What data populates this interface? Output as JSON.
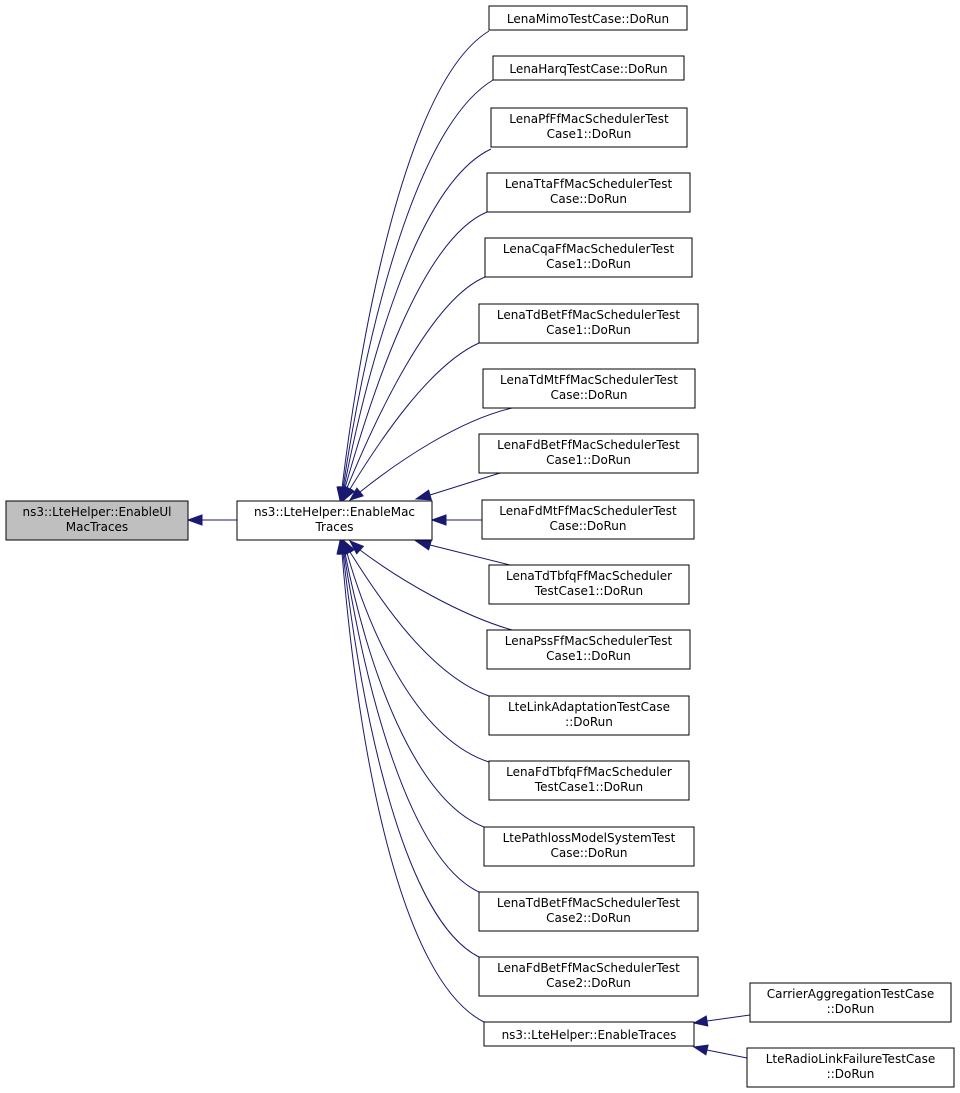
{
  "nodes": {
    "enable_ul_mac_traces": [
      "ns3::LteHelper::EnableUl",
      "MacTraces"
    ],
    "enable_mac_traces": [
      "ns3::LteHelper::EnableMac",
      "Traces"
    ],
    "lena_mimo": [
      "LenaMimoTestCase::DoRun"
    ],
    "lena_harq": [
      "LenaHarqTestCase::DoRun"
    ],
    "lena_pf": [
      "LenaPfFfMacSchedulerTest",
      "Case1::DoRun"
    ],
    "lena_tta": [
      "LenaTtaFfMacSchedulerTest",
      "Case::DoRun"
    ],
    "lena_cqa": [
      "LenaCqaFfMacSchedulerTest",
      "Case1::DoRun"
    ],
    "lena_tdbet1": [
      "LenaTdBetFfMacSchedulerTest",
      "Case1::DoRun"
    ],
    "lena_tdmt": [
      "LenaTdMtFfMacSchedulerTest",
      "Case::DoRun"
    ],
    "lena_fdbet1": [
      "LenaFdBetFfMacSchedulerTest",
      "Case1::DoRun"
    ],
    "lena_fdmt": [
      "LenaFdMtFfMacSchedulerTest",
      "Case::DoRun"
    ],
    "lena_tdtbfq": [
      "LenaTdTbfqFfMacScheduler",
      "TestCase1::DoRun"
    ],
    "lena_pss": [
      "LenaPssFfMacSchedulerTest",
      "Case1::DoRun"
    ],
    "lte_link_adaptation": [
      "LteLinkAdaptationTestCase",
      "::DoRun"
    ],
    "lena_fdtbfq": [
      "LenaFdTbfqFfMacScheduler",
      "TestCase1::DoRun"
    ],
    "lte_pathloss": [
      "LtePathlossModelSystemTest",
      "Case::DoRun"
    ],
    "lena_tdbet2": [
      "LenaTdBetFfMacSchedulerTest",
      "Case2::DoRun"
    ],
    "lena_fdbet2": [
      "LenaFdBetFfMacSchedulerTest",
      "Case2::DoRun"
    ],
    "enable_traces": [
      "ns3::LteHelper::EnableTraces"
    ],
    "carrier_aggregation": [
      "CarrierAggregationTestCase",
      "::DoRun"
    ],
    "radio_link_failure": [
      "LteRadioLinkFailureTestCase",
      "::DoRun"
    ]
  },
  "edges": [
    {
      "from": "enable_mac_traces",
      "to": "enable_ul_mac_traces"
    },
    {
      "from": "lena_mimo",
      "to": "enable_mac_traces"
    },
    {
      "from": "lena_harq",
      "to": "enable_mac_traces"
    },
    {
      "from": "lena_pf",
      "to": "enable_mac_traces"
    },
    {
      "from": "lena_tta",
      "to": "enable_mac_traces"
    },
    {
      "from": "lena_cqa",
      "to": "enable_mac_traces"
    },
    {
      "from": "lena_tdbet1",
      "to": "enable_mac_traces"
    },
    {
      "from": "lena_tdmt",
      "to": "enable_mac_traces"
    },
    {
      "from": "lena_fdbet1",
      "to": "enable_mac_traces"
    },
    {
      "from": "lena_fdmt",
      "to": "enable_mac_traces"
    },
    {
      "from": "lena_tdtbfq",
      "to": "enable_mac_traces"
    },
    {
      "from": "lena_pss",
      "to": "enable_mac_traces"
    },
    {
      "from": "lte_link_adaptation",
      "to": "enable_mac_traces"
    },
    {
      "from": "lena_fdtbfq",
      "to": "enable_mac_traces"
    },
    {
      "from": "lte_pathloss",
      "to": "enable_mac_traces"
    },
    {
      "from": "lena_tdbet2",
      "to": "enable_mac_traces"
    },
    {
      "from": "lena_fdbet2",
      "to": "enable_mac_traces"
    },
    {
      "from": "enable_traces",
      "to": "enable_mac_traces"
    },
    {
      "from": "carrier_aggregation",
      "to": "enable_traces"
    },
    {
      "from": "radio_link_failure",
      "to": "enable_traces"
    }
  ],
  "colors": {
    "edge": "#191970",
    "highlighted_node_fill": "#bfbfbf",
    "node_fill": "#ffffff",
    "node_border": "#000000"
  }
}
